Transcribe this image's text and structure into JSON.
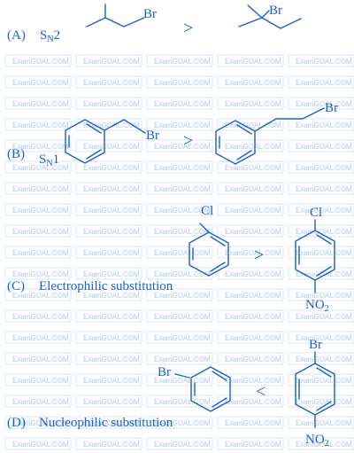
{
  "watermark": "ExamGOAL.COM",
  "accent_color": "#1a5fd6",
  "rows": [
    {
      "letter": "(A)",
      "mechanism": "SN2",
      "mech_main": "S",
      "mech_sub": "N",
      "mech_tail": "2",
      "comparator": ">",
      "atom_left": "Br",
      "atom_right": "Br"
    },
    {
      "letter": "(B)",
      "mechanism": "SN1",
      "mech_main": "S",
      "mech_sub": "N",
      "mech_tail": "1",
      "comparator": ">",
      "atom_left": "Br",
      "atom_right": "Br"
    },
    {
      "letter": "(C)",
      "mechanism": "Electrophilic substitution",
      "comparator": ">",
      "atom_left": "Cl",
      "atom_right_top": "Cl",
      "atom_right_bottom_main": "NO",
      "atom_right_bottom_sub": "2"
    },
    {
      "letter": "(D)",
      "mechanism": "Nucleophilic substitution",
      "comparator": "<",
      "atom_left": "Br",
      "atom_right_top": "Br",
      "atom_right_bottom_main": "NO",
      "atom_right_bottom_sub": "2"
    }
  ]
}
